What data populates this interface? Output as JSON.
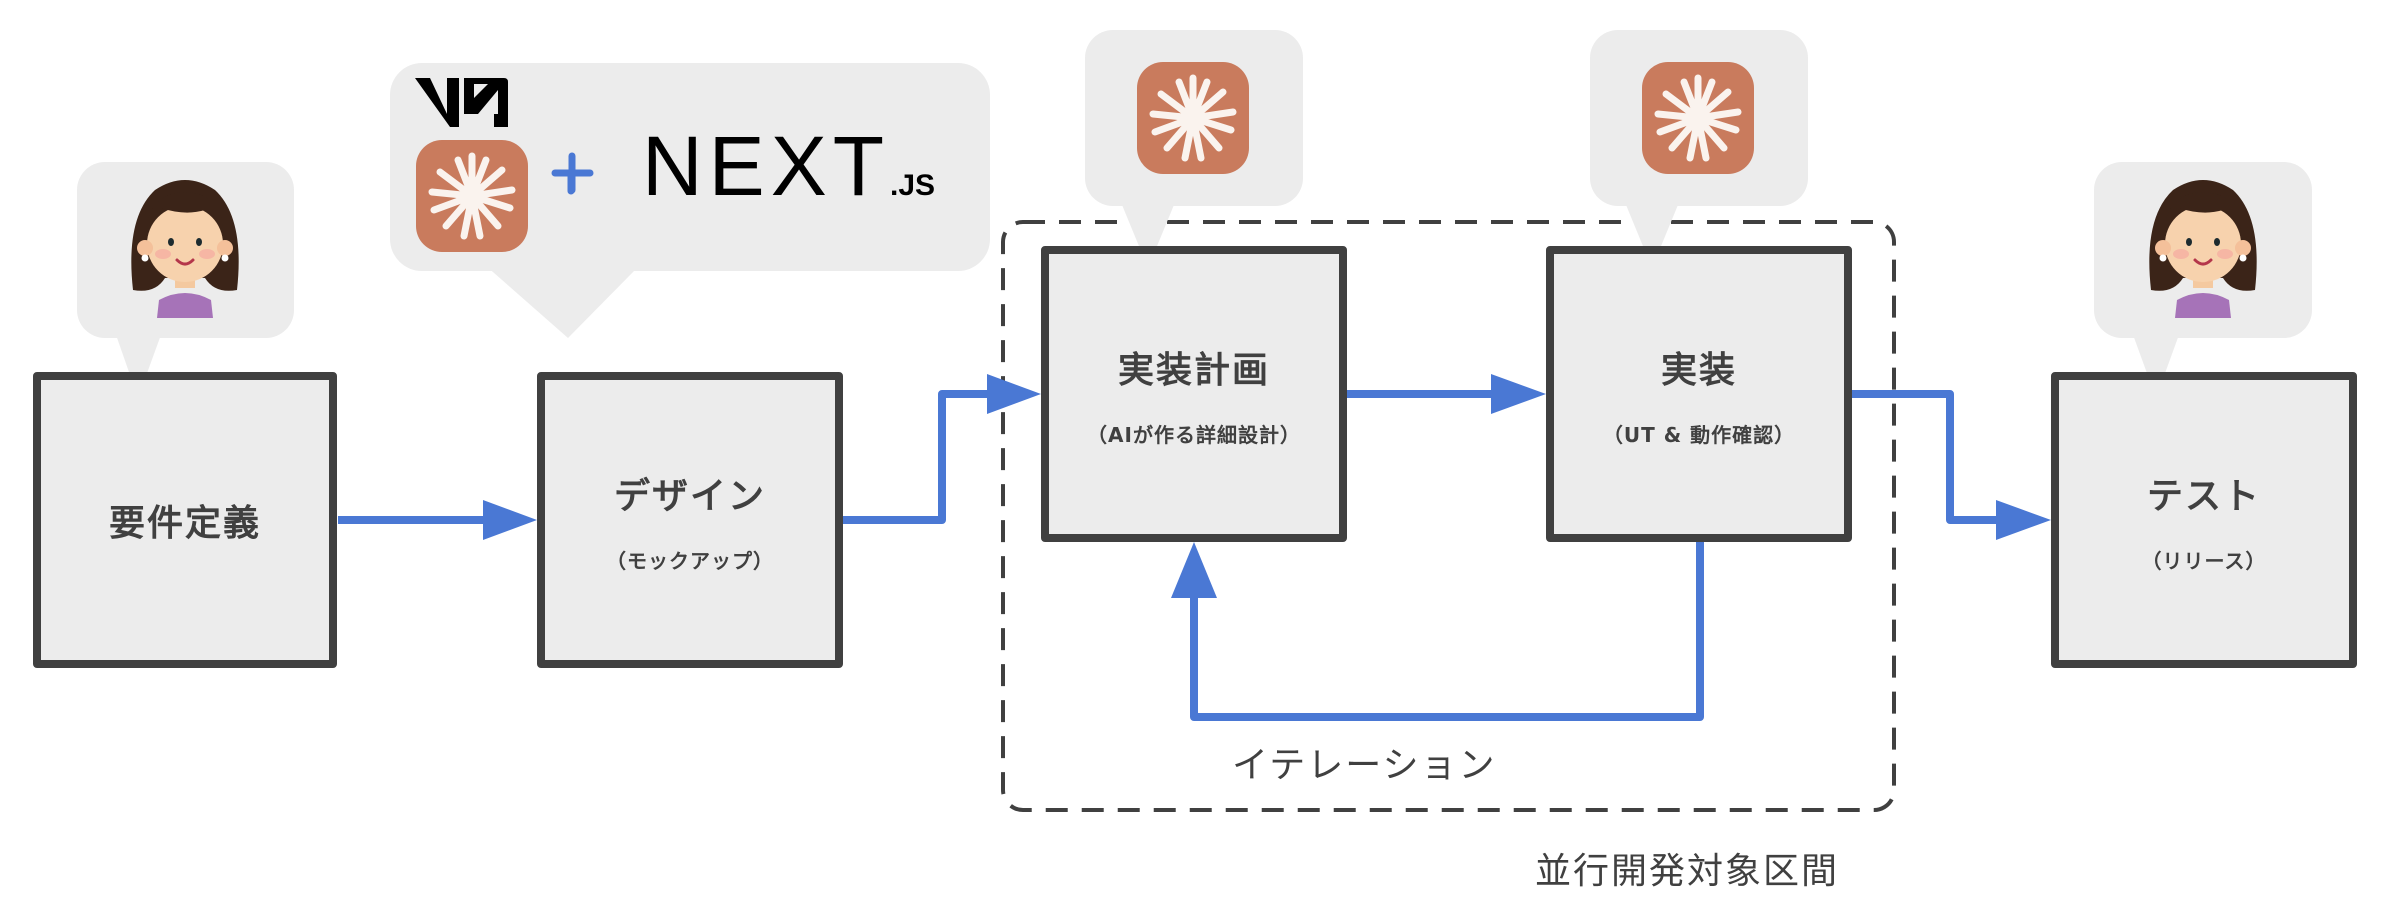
{
  "diagram": {
    "steps": [
      {
        "title": "要件定義",
        "subtitle": "",
        "actor": "person"
      },
      {
        "title": "デザイン",
        "subtitle": "（モックアップ）",
        "actor": "v0 + Claude + Next.js"
      },
      {
        "title": "実装計画",
        "subtitle": "（AIが作る詳細設計）",
        "actor": "Claude"
      },
      {
        "title": "実装",
        "subtitle": "（UT & 動作確認）",
        "actor": "Claude"
      },
      {
        "title": "テスト",
        "subtitle": "（リリース）",
        "actor": "person"
      }
    ],
    "loop_label": "イテレーション",
    "group_label": "並行開発対象区間",
    "logos": {
      "v0": "v0",
      "plus": "+",
      "next": "NEXT",
      "next_suffix": ".JS"
    },
    "icons": {
      "person": "person-avatar-icon",
      "claude": "claude-logo-icon",
      "v0": "v0-logo-icon",
      "next": "nextjs-logo-icon"
    },
    "colors": {
      "arrow": "#4a78d4",
      "box_border": "#404040",
      "box_fill": "#ececec",
      "bubble": "#ececec",
      "claude": "#c97b5d",
      "claude_star": "#faf3ee"
    }
  }
}
